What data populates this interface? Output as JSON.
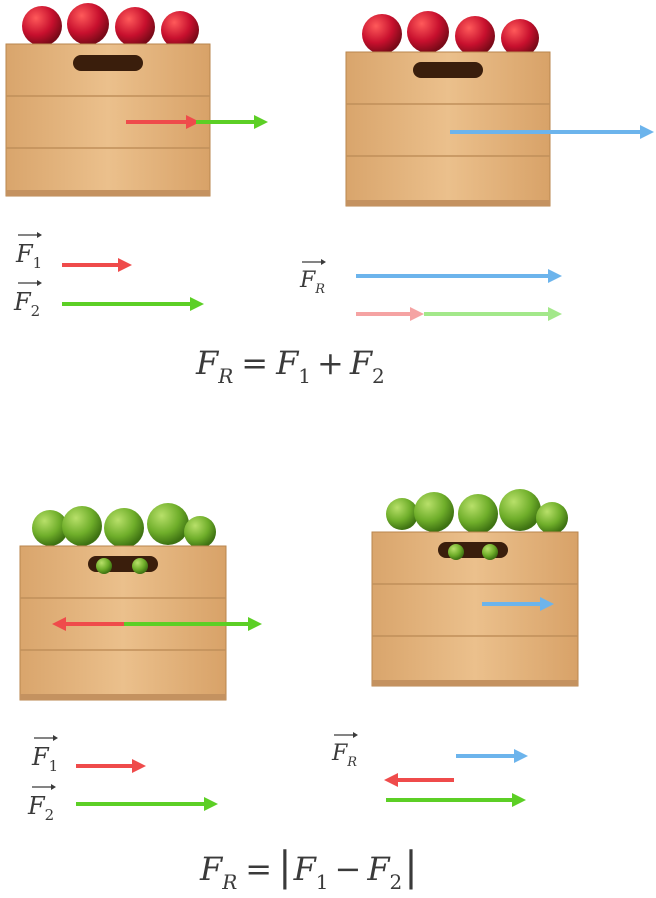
{
  "colors": {
    "f1_arrow": "#ef4b4b",
    "f2_arrow": "#5ccf25",
    "resultant_arrow": "#6cb4ec",
    "f1_arrow_faded": "#f5a3a3",
    "f2_arrow_faded": "#a3e88a",
    "red_apple": "#c8102e",
    "green_apple": "#6fae2a",
    "crate_wood": "#e4b57e",
    "text": "#3a3a3a"
  },
  "top": {
    "label_f1": {
      "base": "F",
      "sub": "1"
    },
    "label_f2": {
      "base": "F",
      "sub": "2"
    },
    "label_fr": {
      "base": "F",
      "sub": "R"
    },
    "equation": {
      "lhs_base": "F",
      "lhs_sub": "R",
      "eq": "=",
      "a_base": "F",
      "a_sub": "1",
      "op": "+",
      "b_base": "F",
      "b_sub": "2"
    }
  },
  "bottom": {
    "label_f1": {
      "base": "F",
      "sub": "1"
    },
    "label_f2": {
      "base": "F",
      "sub": "2"
    },
    "label_fr": {
      "base": "F",
      "sub": "R"
    },
    "equation": {
      "lhs_base": "F",
      "lhs_sub": "R",
      "eq": "=",
      "bar": "|",
      "a_base": "F",
      "a_sub": "1",
      "op": "−",
      "b_base": "F",
      "b_sub": "2"
    }
  }
}
